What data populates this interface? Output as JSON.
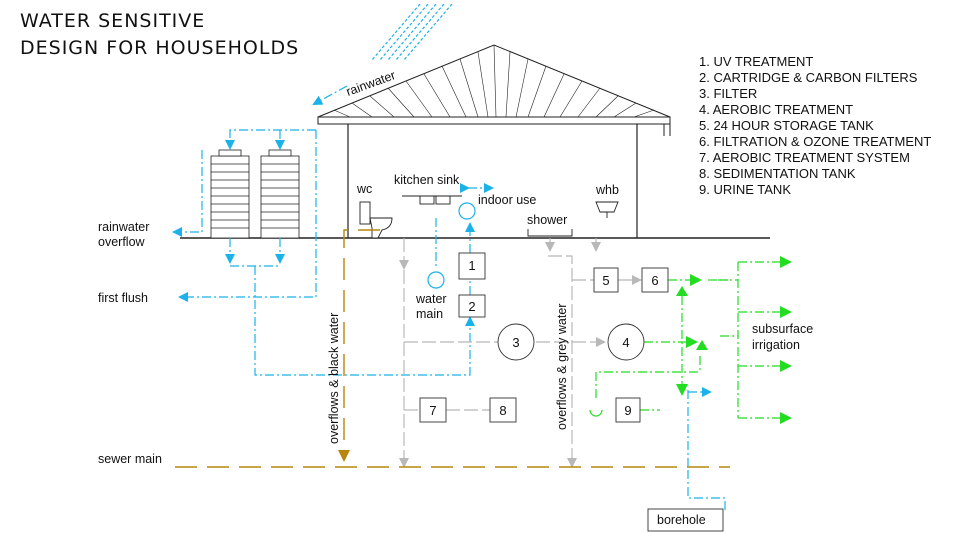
{
  "title": {
    "line1": "WATER SENSITIVE",
    "line2": "DESIGN FOR HOUSEHOLDS"
  },
  "legend": [
    "1. UV TREATMENT",
    "2. CARTRIDGE & CARBON FILTERS",
    "3. FILTER",
    "4. AEROBIC TREATMENT",
    "5. 24 HOUR STORAGE TANK",
    "6. FILTRATION & OZONE TREATMENT",
    "7. AEROBIC TREATMENT SYSTEM",
    "8. SEDIMENTATION TANK",
    "9. URINE TANK"
  ],
  "labels": {
    "rainwater": "rainwater",
    "rainwater_overflow_1": "rainwater",
    "rainwater_overflow_2": "overflow",
    "first_flush": "first flush",
    "wc": "wc",
    "kitchen_sink": "kitchen sink",
    "indoor_use": "indoor use",
    "whb": "whb",
    "shower": "shower",
    "water_main_1": "water",
    "water_main_2": "main",
    "overflows_black_water": "overflows & black water",
    "overflows_grey_water": "overflows & grey water",
    "subsurface_irrigation_1": "subsurface",
    "subsurface_irrigation_2": "irrigation",
    "sewer_main": "sewer main",
    "borehole": "borehole"
  },
  "nodes": {
    "n1": "1",
    "n2": "2",
    "n3": "3",
    "n4": "4",
    "n5": "5",
    "n6": "6",
    "n7": "7",
    "n8": "8",
    "n9": "9"
  },
  "colors": {
    "rainwater_line": "#1ab2e8",
    "grey_line": "#b8b8b8",
    "black_water_line": "#b8860b",
    "irrigation_line": "#22dd22",
    "structure": "#222222"
  }
}
